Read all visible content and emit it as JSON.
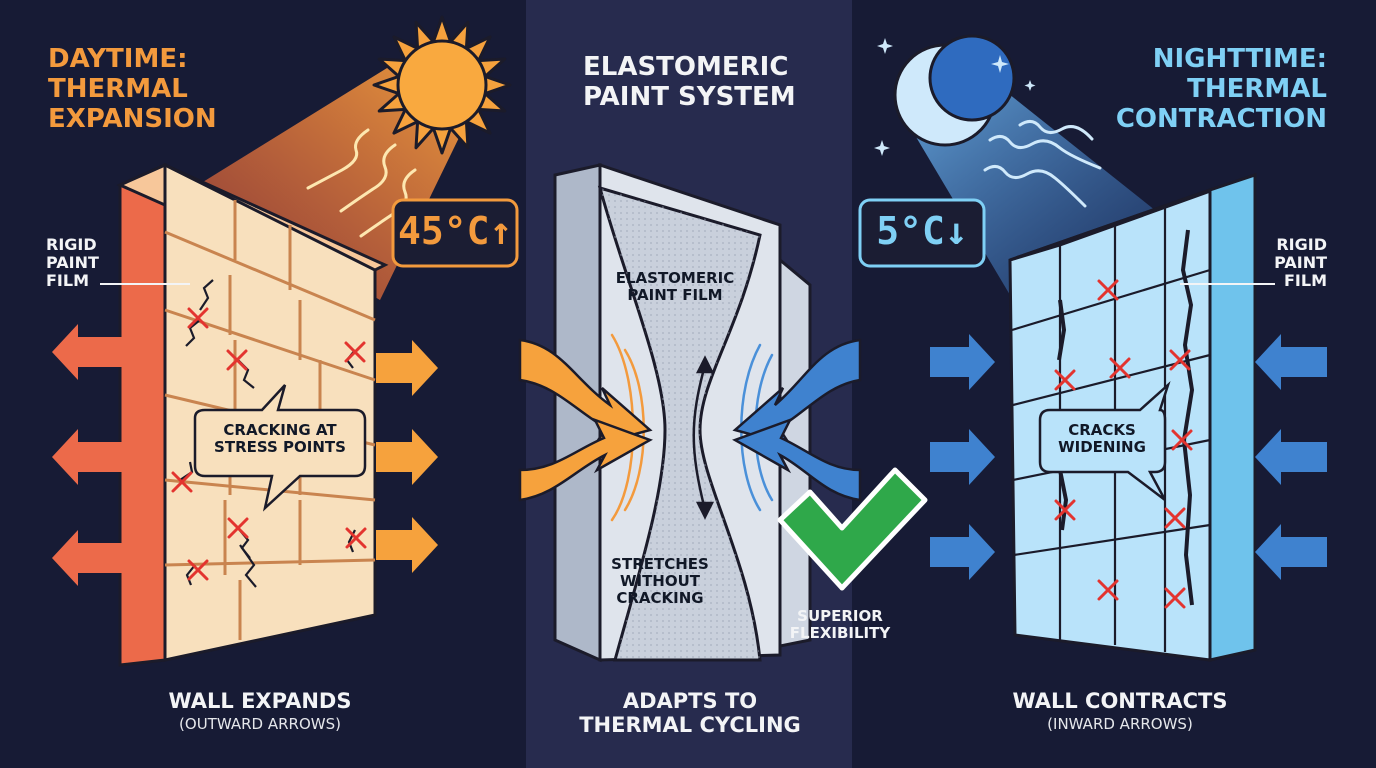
{
  "colors": {
    "background": "#171b35",
    "center_panel": "#272b4e",
    "day_accent": "#f39a3d",
    "night_accent": "#7fd0f5",
    "check_green": "#2fa84a",
    "crack_red": "#e3342f"
  },
  "day": {
    "title": "DAYTIME:\nTHERMAL\nEXPANSION",
    "temperature": "45°C↑",
    "film_label": "RIGID\nPAINT\nFILM",
    "callout": "CRACKING AT\nSTRESS POINTS",
    "caption": "WALL EXPANDS",
    "subcaption": "(OUTWARD ARROWS)"
  },
  "center": {
    "title": "ELASTOMERIC\nPAINT SYSTEM",
    "film_label": "ELASTOMERIC\nPAINT FILM",
    "stretch_label": "STRETCHES\nWITHOUT\nCRACKING",
    "check_label": "SUPERIOR\nFLEXIBILITY",
    "caption": "ADAPTS TO\nTHERMAL CYCLING"
  },
  "night": {
    "title": "NIGHTTIME:\nTHERMAL\nCONTRACTION",
    "temperature": "5°C↓",
    "film_label": "RIGID\nPAINT\nFILM",
    "callout": "CRACKS\nWIDENING",
    "caption": "WALL CONTRACTS",
    "subcaption": "(INWARD ARROWS)"
  }
}
